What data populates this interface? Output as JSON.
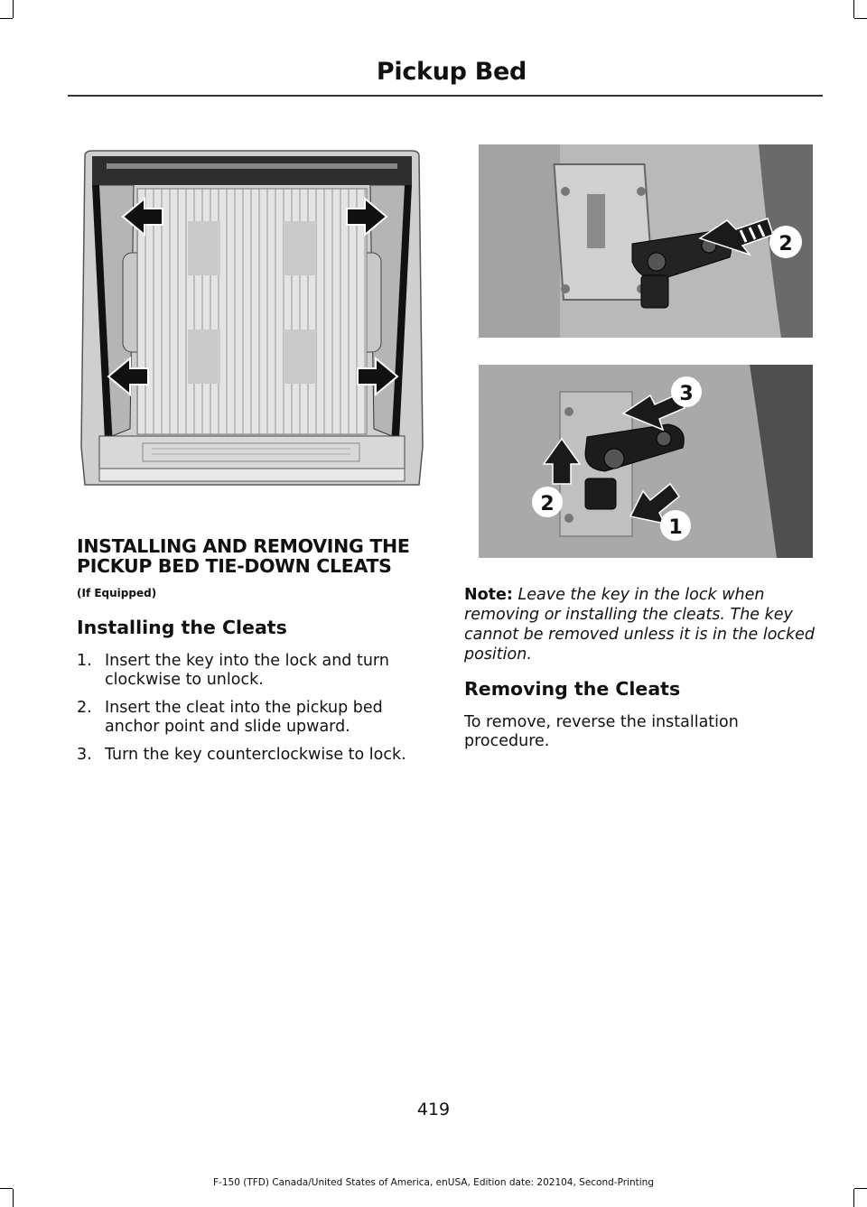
{
  "header": {
    "title": "Pickup Bed"
  },
  "figures": {
    "bed": {
      "icon": "pickup-bed-arrows-illustration"
    },
    "cleat_install": {
      "callouts": [
        "2"
      ]
    },
    "cleat_remove": {
      "callouts": [
        "3",
        "2",
        "1"
      ]
    }
  },
  "section": {
    "title": "INSTALLING AND REMOVING THE PICKUP BED TIE-DOWN CLEATS",
    "if_equipped": "(If Equipped)",
    "install_heading": "Installing the Cleats",
    "steps": [
      {
        "num": "1.",
        "text": "Insert the key into the lock and turn clockwise to unlock."
      },
      {
        "num": "2.",
        "text": "Insert the cleat into the pickup bed anchor point and slide upward."
      },
      {
        "num": "3.",
        "text": "Turn the key counterclockwise to lock."
      }
    ],
    "note_label": "Note:",
    "note_text": "Leave the key in the lock when removing or installing the cleats. The key cannot be removed unless it is in the locked position.",
    "remove_heading": "Removing the Cleats",
    "remove_text": "To remove, reverse the installation procedure."
  },
  "footer": {
    "page_number": "419",
    "text": "F-150 (TFD) Canada/United States of America, enUSA, Edition date: 202104, Second-Printing"
  }
}
